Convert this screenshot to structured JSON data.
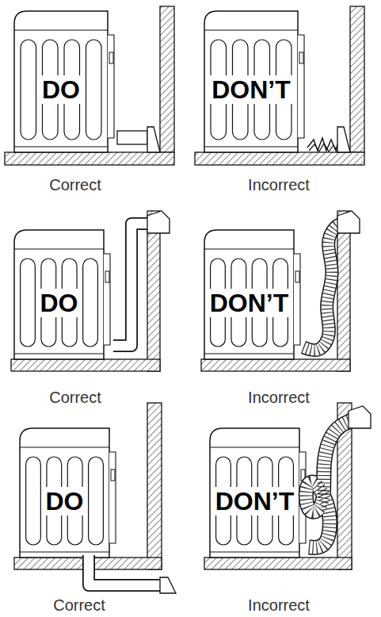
{
  "diagram": {
    "nodes": [
      {
        "text": [
          "DO"
        ]
      },
      {
        "text": [
          "DON’T"
        ]
      },
      {
        "text": [
          "DO"
        ]
      },
      {
        "text": [
          "DON’T"
        ]
      },
      {
        "text": [
          "DO"
        ]
      },
      {
        "text": [
          "DON’T"
        ]
      }
    ],
    "labels": [
      "Correct",
      "Incorrect",
      "Correct",
      "Incorrect",
      "Correct",
      "Incorrect"
    ]
  }
}
